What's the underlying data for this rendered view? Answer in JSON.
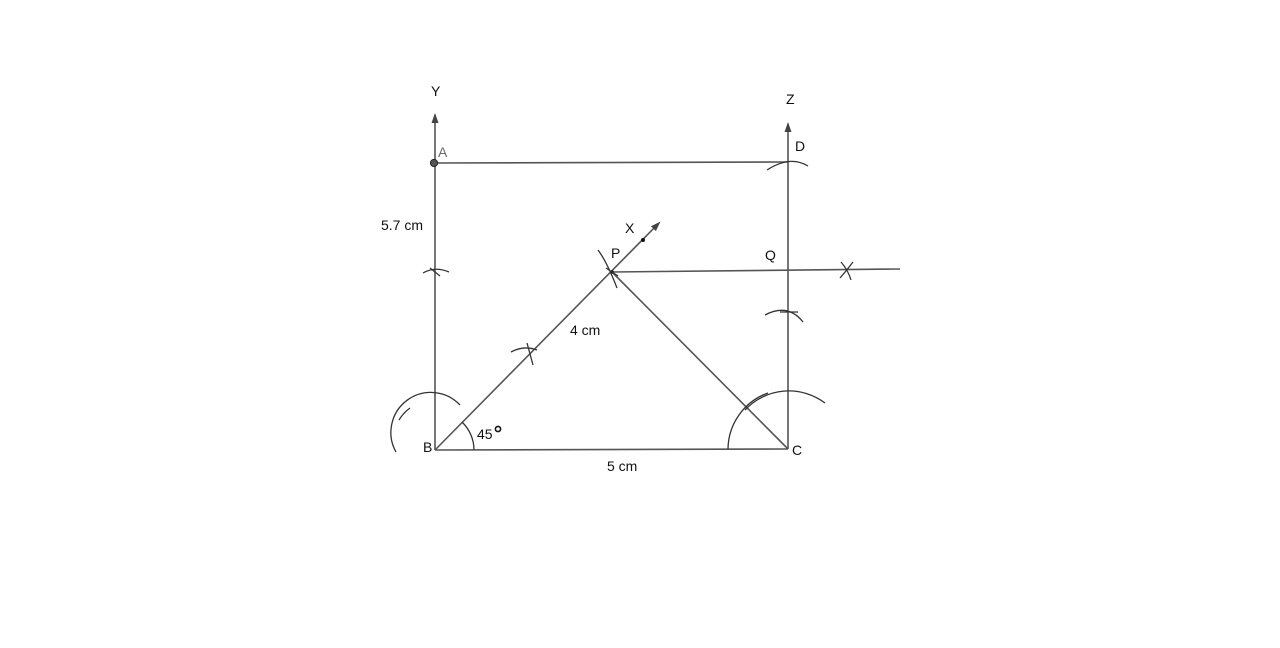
{
  "points": {
    "A": "A",
    "B": "B",
    "C": "C",
    "D": "D",
    "P": "P",
    "Q": "Q",
    "X": "X",
    "Y": "Y",
    "Z": "Z"
  },
  "measurements": {
    "ab": "5.7 cm",
    "bp": "4 cm",
    "bc": "5 cm",
    "angle_b": "45"
  },
  "colors": {
    "line": "#555555",
    "arc": "#333333",
    "text": "#111111"
  }
}
